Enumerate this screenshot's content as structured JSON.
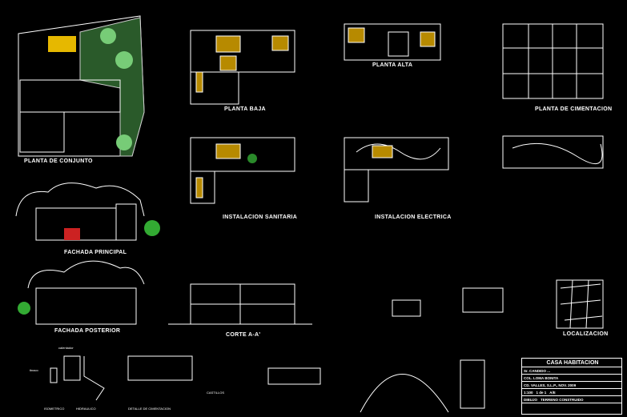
{
  "labels": {
    "planta_conjunto": "PLANTA DE CONJUNTO",
    "planta_baja": "PLANTA BAJA",
    "planta_alta": "PLANTA ALTA",
    "planta_cimentacion": "PLANTA DE CIMENTACION",
    "inst_sanitaria": "INSTALACION SANITARIA",
    "inst_electrica": "INSTALACION ELECTRICA",
    "fachada_principal": "FACHADA PRINCIPAL",
    "fachada_posterior": "FACHADA POSTERIOR",
    "corte": "CORTE A-A'",
    "localizacion": "LOCALIZACION",
    "isometrico": "ISOMETRICO",
    "hidraulico": "HIDRAULICO",
    "detalle_cimentacion": "DETALLE DE CIMENTACION",
    "castillos": "CASTILLOS",
    "calentador": "calentador",
    "tinaco": "tinaco"
  },
  "title_block": {
    "project": "CASA HABITACION",
    "owner": "Sr. CANDIDO ...",
    "address": "COL. LOMA BONITA",
    "place_date": "CD. VALLES, S.L.P., NOV. 2009",
    "scale": "1:100",
    "sheet": "1 de 1",
    "code": "A/E",
    "drawing_label": "DIBUJO",
    "area_label": "TERRENO CONSTRUIDO"
  }
}
